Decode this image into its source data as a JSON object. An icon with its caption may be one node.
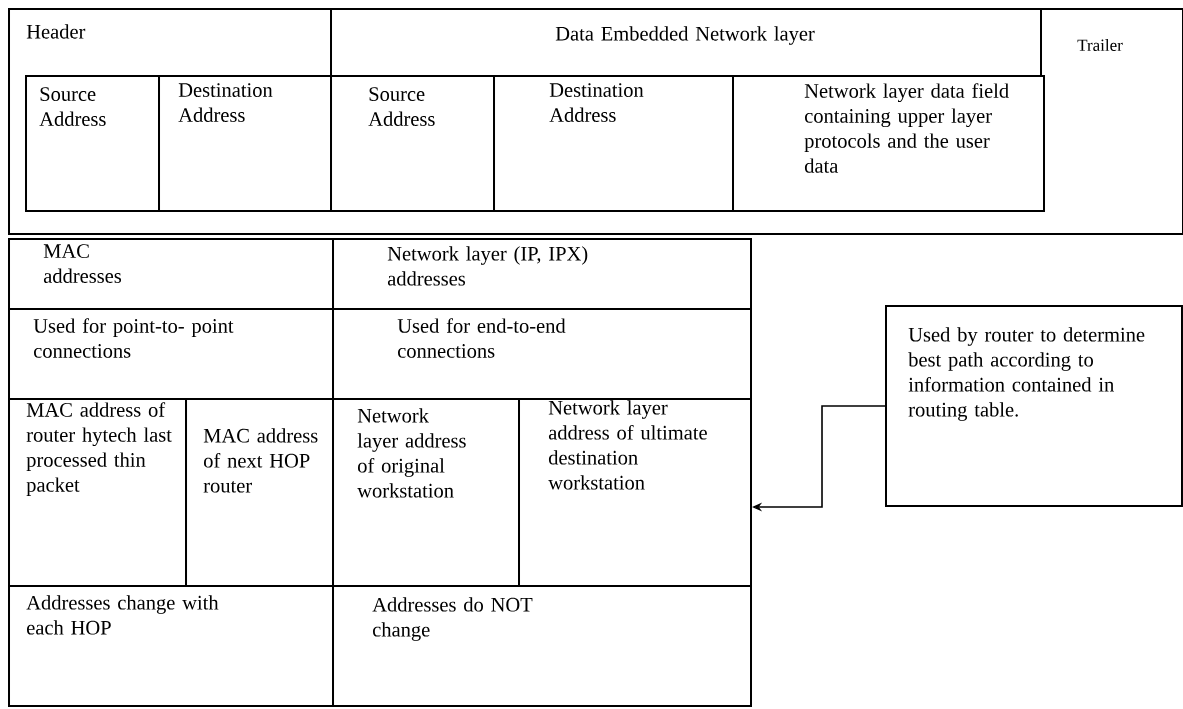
{
  "diagram": {
    "nodes": [
      {
        "text": [
          "Header"
        ]
      },
      {
        "text": [
          "Data Embedded Network layer"
        ],
        "in": 0
      },
      {
        "text": [
          "Source Address"
        ],
        "in": 0
      },
      {
        "text": [
          "Destination Address"
        ],
        "in": 0
      },
      {
        "text": [
          "Source Address"
        ],
        "in": 0
      },
      {
        "text": [
          "Destination Address"
        ],
        "in": 0
      },
      {
        "text": [
          "Network layer data field containing upper layer protocols and the user data"
        ],
        "in": 0
      },
      {
        "text": [
          "MAC addresses"
        ]
      },
      {
        "text": [
          "Network layer (IP, IPX) addresses"
        ]
      },
      {
        "text": [
          "Used for point-to- point connections"
        ]
      },
      {
        "text": [
          "Used for end-to-end connections"
        ]
      },
      {
        "text": [
          "MAC address of router hytech last processed thin packet"
        ]
      },
      {
        "text": [
          "MAC address of next HOP router"
        ]
      },
      {
        "text": [
          "Network layer address of original workstation"
        ]
      },
      {
        "text": [
          "Network layer address of ultimate destination workstation"
        ]
      },
      {
        "text": [
          "Addresses change with each HOP"
        ]
      },
      {
        "text": [
          "Addresses do NOT change"
        ]
      },
      {
        "text": [
          "Used by router to determine best path according to information contained in routing table."
        ]
      }
    ],
    "edges": [
      {
        "from": 17,
        "to": 14,
        "arrow": "to"
      }
    ],
    "labels": [
      "Trailer"
    ]
  }
}
